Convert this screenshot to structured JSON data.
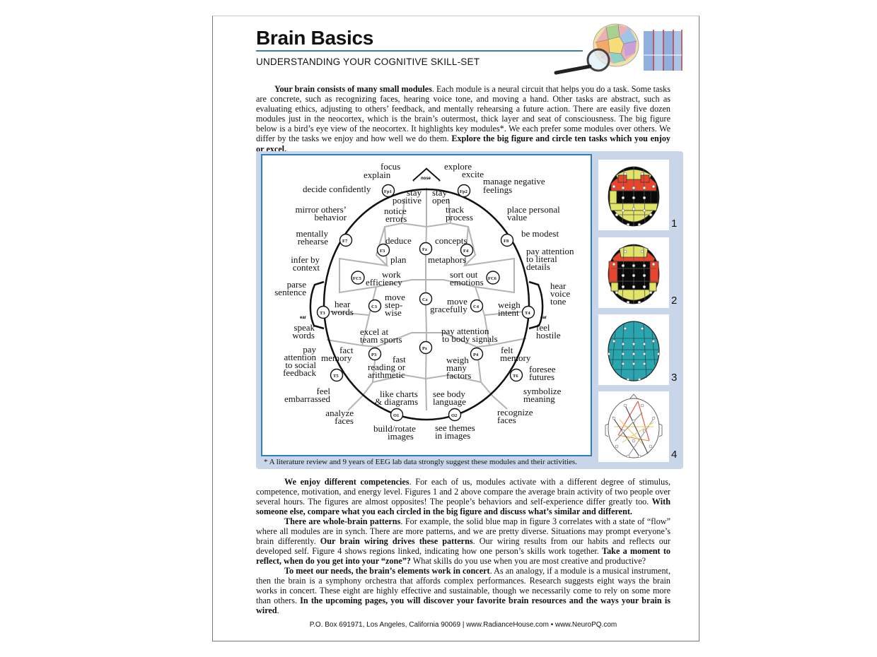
{
  "header": {
    "title": "Brain Basics",
    "subtitle": "UNDERSTANDING YOUR COGNITIVE SKILL-SET"
  },
  "intro": {
    "lead": "Your brain consists of many small modules",
    "body": ". Each module is a neural circuit that helps you do a task. Some tasks are concrete, such as recognizing faces, hearing voice tone, and moving a hand. Other tasks are abstract, such as evaluating ethics, adjusting to others’ feedback, and mentally rehearsing a future action. There are easily five dozen modules just in the neocortex, which is the brain’s outermost, thick layer and seat of consciousness. The big figure below is a bird’s eye view of the neocortex. It highlights key modules*. We each prefer some modules over others. We differ by the tasks we enjoy and how well we do them. ",
    "instruction": "Explore the big figure and circle ten tasks which you enjoy or excel."
  },
  "brain_map": {
    "nose": "nose",
    "ear_left": "ear",
    "ear_right": "ear",
    "electrodes": {
      "fp1": "Fp1",
      "fp2": "Fp2",
      "f7": "F7",
      "f8": "F8",
      "f3": "F3",
      "fz": "Fz",
      "f4": "F4",
      "fc5": "FC5",
      "fc6": "FC6",
      "c3": "C3",
      "cz": "Cz",
      "c4": "C4",
      "t3": "T3",
      "t4": "T4",
      "p3": "P3",
      "pz": "Pz",
      "p4": "P4",
      "t5": "T5",
      "t6": "T6",
      "o1": "O1",
      "o2": "O2"
    },
    "outer_labels": {
      "focus": "focus",
      "explain": "explain",
      "explore": "explore",
      "excite": "excite",
      "manage_negative": [
        "manage negative",
        "feelings"
      ],
      "decide_confidently": "decide confidently",
      "mirror_others": [
        "mirror others’",
        "behavior"
      ],
      "place_personal": [
        "place personal",
        "value"
      ],
      "mentally_rehearse": [
        "mentally",
        "rehearse"
      ],
      "be_modest": "be modest",
      "infer_by_context": [
        "infer by",
        "context"
      ],
      "pay_attention_literal": [
        "pay attention",
        "to literal",
        "details"
      ],
      "parse_sentence": [
        "parse",
        "sentence"
      ],
      "hear_voice_tone": [
        "hear",
        "voice",
        "tone"
      ],
      "speak_words": [
        "speak",
        "words"
      ],
      "feel_hostile": [
        "feel",
        "hostile"
      ],
      "pay_attention_social": [
        "pay",
        "attention",
        "to social",
        "feedback"
      ],
      "foresee_futures": [
        "foresee",
        "futures"
      ],
      "feel_embarrassed": [
        "feel",
        "embarrassed"
      ],
      "symbolize_meaning": [
        "symbolize",
        "meaning"
      ],
      "analyze_faces": [
        "analyze",
        "faces"
      ],
      "recognize_faces": [
        "recognize",
        "faces"
      ],
      "build_rotate_images": [
        "build/rotate",
        "images"
      ],
      "see_themes_in_images": [
        "see themes",
        "in images"
      ]
    },
    "inner_labels": {
      "stay_positive": [
        "stay",
        "positive"
      ],
      "stay_open": [
        "stay",
        "open"
      ],
      "notice_errors": [
        "notice",
        "errors"
      ],
      "track_process": [
        "track",
        "process"
      ],
      "deduce": "deduce",
      "concepts": "concepts",
      "plan": "plan",
      "metaphors": "metaphors",
      "work_efficiency": [
        "work",
        "efficiency"
      ],
      "sort_out_emotions": [
        "sort out",
        "emotions"
      ],
      "move_stepwise": [
        "move",
        "step-",
        "wise"
      ],
      "move_gracefully": [
        "move",
        "gracefully"
      ],
      "hear_words": [
        "hear",
        "words"
      ],
      "weigh_intent": [
        "weigh",
        "intent"
      ],
      "excel_team_sports": [
        "excel at",
        "team sports"
      ],
      "pay_attention_body": [
        "pay attention",
        "to body signals"
      ],
      "fact_memory": [
        "fact",
        "memory"
      ],
      "felt_memory": [
        "felt",
        "memory"
      ],
      "fast_reading": [
        "fast",
        "reading or",
        "arithmetic"
      ],
      "weigh_many_factors": [
        "weigh",
        "many",
        "factors"
      ],
      "like_charts": [
        "like charts",
        "& diagrams"
      ],
      "see_body_language": [
        "see body",
        "language"
      ]
    },
    "footnote": "* A literature review and 9 years of EEG lab data strongly suggest these modules and their activities."
  },
  "figures": [
    {
      "number": "1"
    },
    {
      "number": "2"
    },
    {
      "number": "3"
    },
    {
      "number": "4"
    }
  ],
  "colors": {
    "accent_blue": "#2d7fbf",
    "panel_bg": "#c9d6e9",
    "red": "#e8452c",
    "yellow": "#e2e46a",
    "black": "#0a0a0a",
    "teal": "#2aa4ad"
  },
  "body_paragraphs": {
    "p1_lead": "We enjoy different competencies",
    "p1_body": ". For each of us, modules activate with a different degree of stimulus, competence, motivation, and energy level. Figures 1 and 2 above compare the average brain activity of two people over several hours. The figures are almost opposites! The people’s behaviors and self-experience differ greatly too. ",
    "p1_bold": "With someone else, compare what you each circled in the big figure and discuss what’s similar and different.",
    "p2_lead": "There are whole-brain patterns",
    "p2_body": ". For example, the solid blue map in figure 3 correlates with a state of “flow” where all modules are in synch. There are more patterns, and we are pretty diverse. Situations may prompt everyone’s brain differently. ",
    "p2_bold": "Our brain wiring drives these patterns",
    "p2_body2": ". Our wiring results from our habits and reflects our developed self. Figure 4 shows regions linked, indicating how one person’s skills work together. ",
    "p2_bold2": "Take a moment to reflect, when do you get into your “zone”?",
    "p2_tail": " What skills do you use when you are most creative and productive?",
    "p3_lead": "To meet our needs, the brain’s elements work in concert",
    "p3_body": ". As an analogy, if a module is a musical instrument, then the brain is a symphony orchestra that affords complex performances. Research suggests eight ways the brain works in concert. These eight are highly effective and sustainable, though we necessarily come to rely on some more than others. ",
    "p3_bold": "In the upcoming pages, you will discover your favorite brain resources and the ways your brain is wired",
    "p3_tail": "."
  },
  "footer": "P.O.  Box 691971, Los Angeles, California 90069 | www.RadianceHouse.com • www.NeuroPQ.com"
}
